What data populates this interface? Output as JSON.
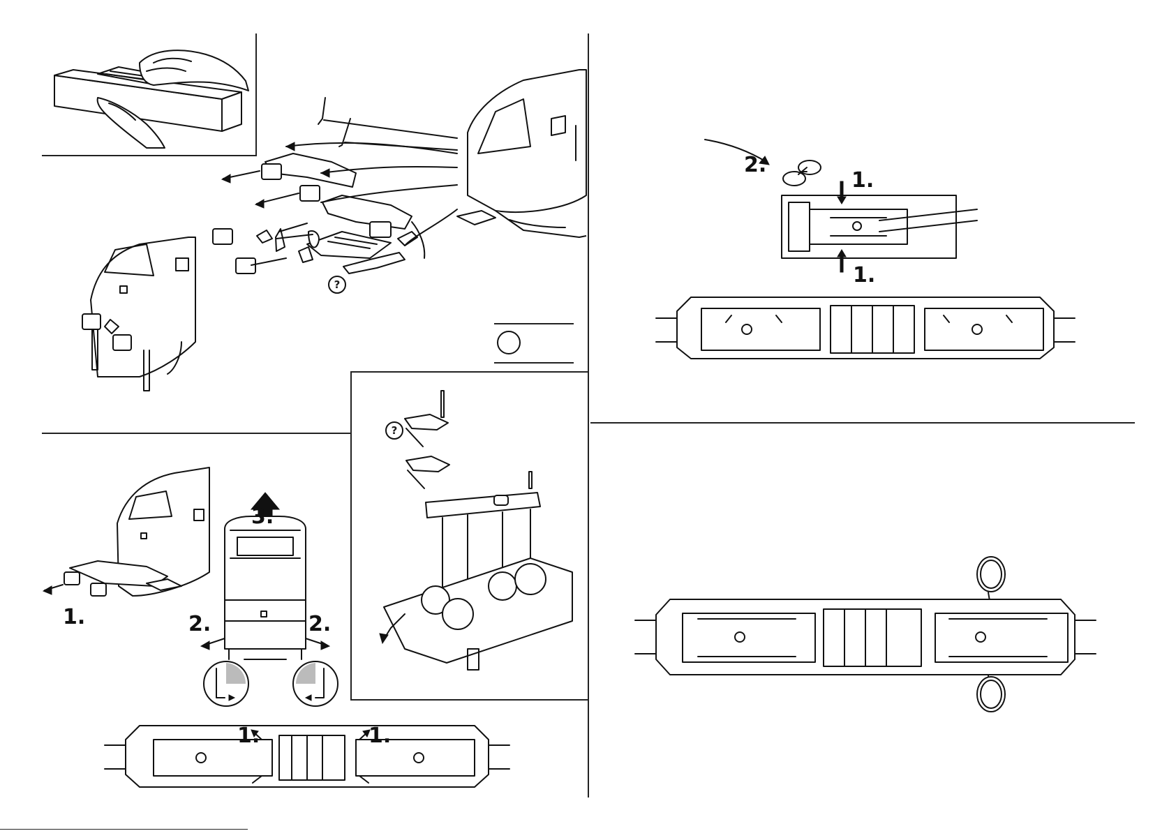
{
  "labels": {
    "p3_step1": "1.",
    "p3_step2a": "2.",
    "p3_step2b": "2.",
    "p3_step3": "3.",
    "p4_step1a": "1.",
    "p4_step1b": "1.",
    "p5_step2": "2.",
    "p5_step1a": "1.",
    "p5_step1b": "1.",
    "q_mark": "?"
  },
  "icons": {
    "p1": "hand-box-illustration",
    "p2": "coupler-exploded-illustration",
    "p3": "shell-removal-illustration",
    "p4": "motor-brush-illustration",
    "p5": "bogie-wheel-illustration",
    "p6": "traction-tire-illustration"
  }
}
